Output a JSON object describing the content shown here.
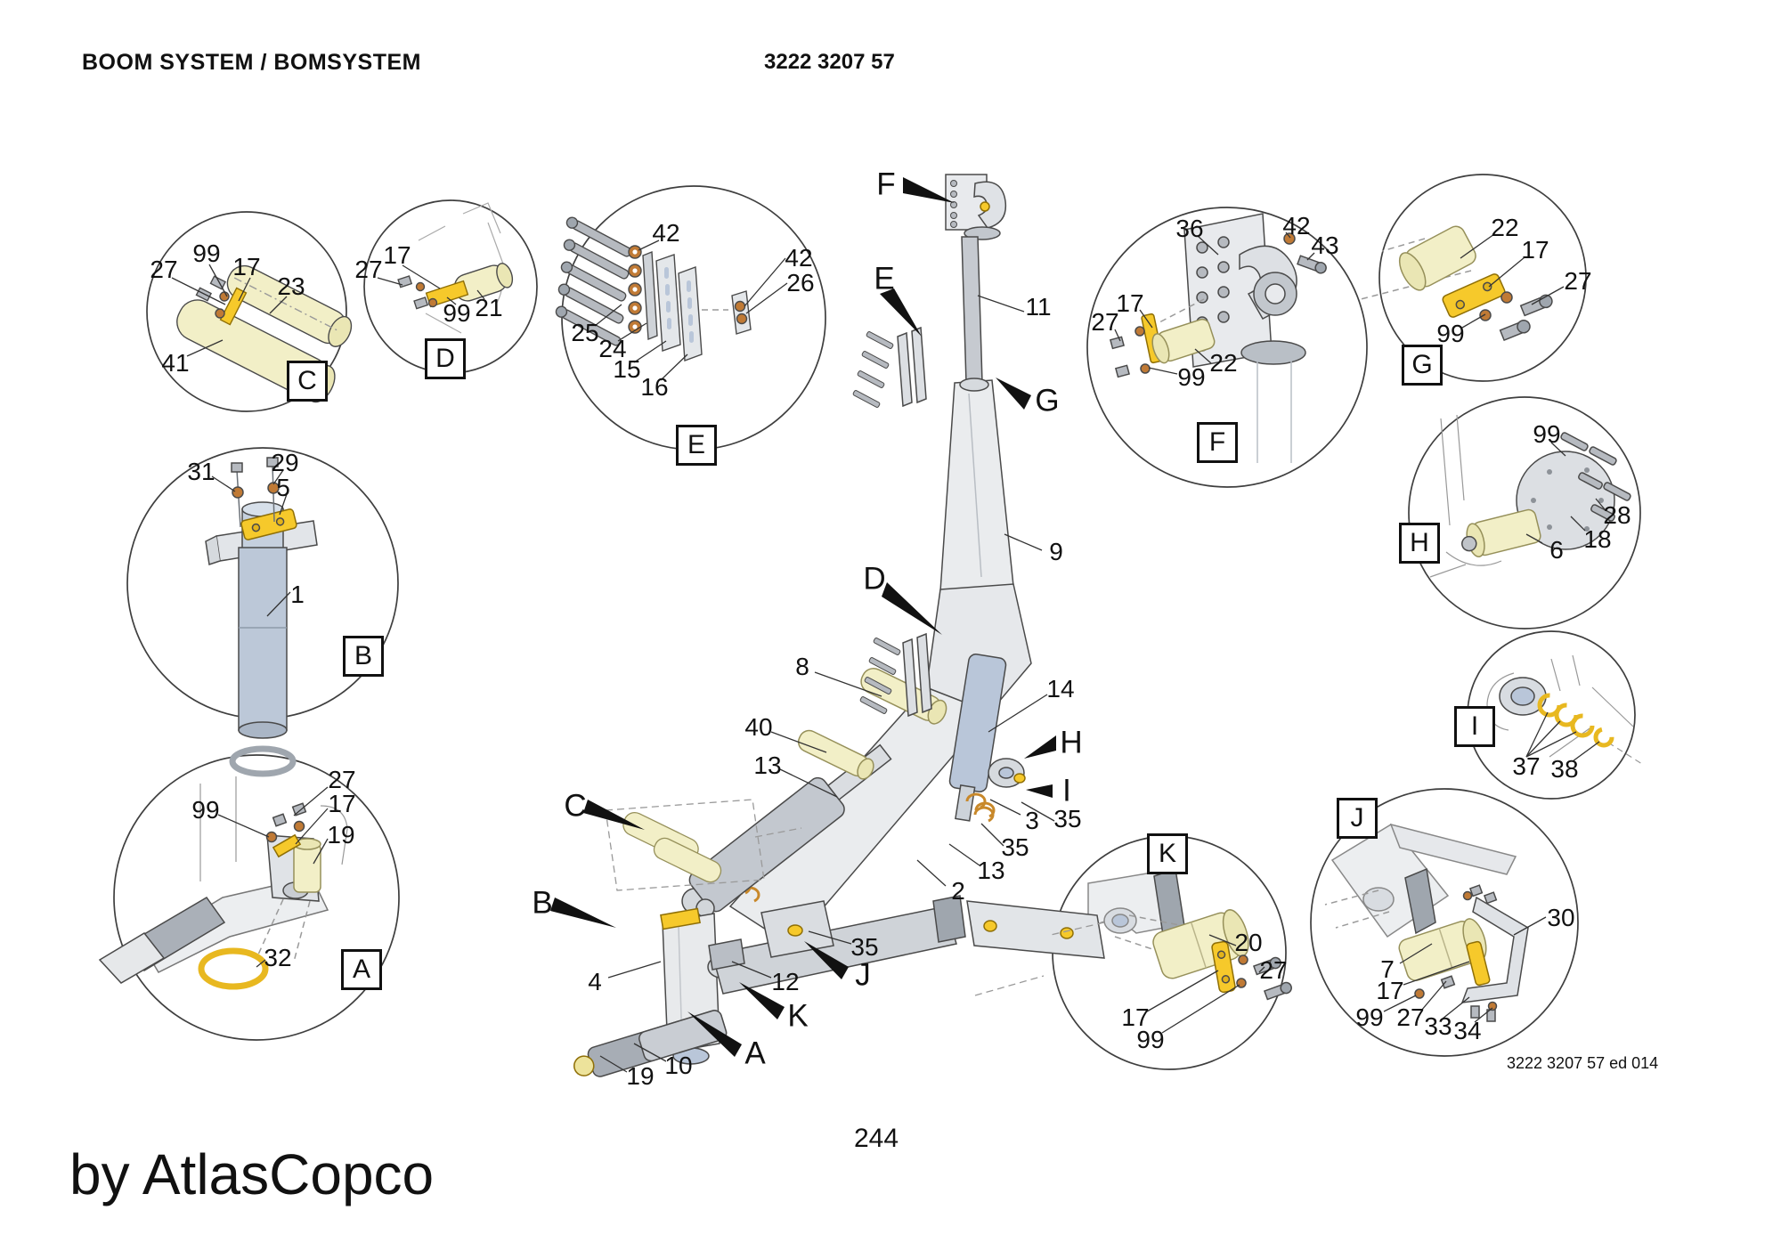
{
  "header": {
    "title": "BOOM SYSTEM / BOMSYSTEM",
    "doc_number": "3222 3207 57"
  },
  "footer": {
    "brand": "by AtlasCopco",
    "page_number": "244",
    "edition": "3222 3207 57 ed 014"
  },
  "details": {
    "c": {
      "label": "C",
      "p27": "27",
      "p99": "99",
      "p17": "17",
      "p23": "23",
      "p41": "41"
    },
    "d": {
      "label": "D",
      "p17": "17",
      "p27": "27",
      "p99": "99",
      "p21": "21"
    },
    "e": {
      "label": "E",
      "p42": "42",
      "p25": "25",
      "p24": "24",
      "p15": "15",
      "p16": "16",
      "p42b": "42",
      "p26": "26"
    },
    "b": {
      "label": "B",
      "p31": "31",
      "p29": "29",
      "p5": "5",
      "p1": "1"
    },
    "a": {
      "label": "A",
      "p99": "99",
      "p27": "27",
      "p17": "17",
      "p19": "19",
      "p32": "32"
    },
    "f": {
      "label": "F",
      "p36": "36",
      "p42": "42",
      "p43": "43",
      "p17": "17",
      "p27": "27",
      "p99": "99",
      "p22": "22"
    },
    "g": {
      "label": "G",
      "p22": "22",
      "p17": "17",
      "p27": "27",
      "p99": "99"
    },
    "h": {
      "label": "H",
      "p99": "99",
      "p28": "28",
      "p18": "18",
      "p6": "6"
    },
    "i": {
      "label": "I",
      "p37": "37",
      "p38": "38"
    },
    "j": {
      "label": "J",
      "p30": "30",
      "p7": "7",
      "p17": "17",
      "p99": "99",
      "p27": "27",
      "p33": "33",
      "p34": "34"
    },
    "k": {
      "label": "K",
      "p20": "20",
      "p27": "27",
      "p17": "17",
      "p99": "99"
    }
  },
  "assembly": {
    "arrow_f": "F",
    "arrow_e": "E",
    "arrow_g": "G",
    "arrow_d": "D",
    "arrow_h": "H",
    "arrow_i": "I",
    "arrow_c": "C",
    "arrow_b": "B",
    "arrow_j": "J",
    "arrow_k": "K",
    "arrow_a": "A",
    "p11": "11",
    "p9": "9",
    "p8": "8",
    "p14": "14",
    "p40": "40",
    "p13a": "13",
    "p13b": "13",
    "p3": "3",
    "p35a": "35",
    "p35b": "35",
    "p35c": "35",
    "p2": "2",
    "p4": "4",
    "p12": "12",
    "p10": "10",
    "p19": "19"
  }
}
